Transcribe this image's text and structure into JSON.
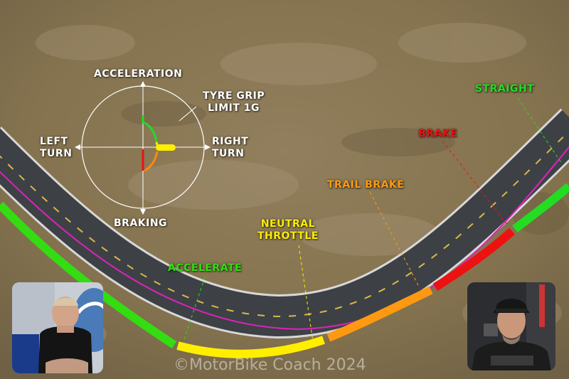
{
  "gforce": {
    "acceleration": "ACCELERATION",
    "braking": "BRAKING",
    "left_turn": [
      "LEFT",
      "TURN"
    ],
    "right_turn": [
      "RIGHT",
      "TURN"
    ],
    "grip_limit": [
      "TYRE GRIP",
      "LIMIT 1G"
    ]
  },
  "phases": {
    "straight": "STRAIGHT",
    "brake": "BRAKE",
    "trail_brake": "TRAIL BRAKE",
    "neutral_throttle": [
      "NEUTRAL",
      "THROTTLE"
    ],
    "accelerate": "ACCELERATE"
  },
  "watermark": "©MotorBike Coach 2024",
  "colors": {
    "straight": "#22dd22",
    "brake": "#ee1111",
    "trail_brake": "#ff9911",
    "neutral_throttle": "#ffee00",
    "accelerate": "#33dd11",
    "racing_line": "#dd22bb",
    "road": "#3d4145"
  }
}
